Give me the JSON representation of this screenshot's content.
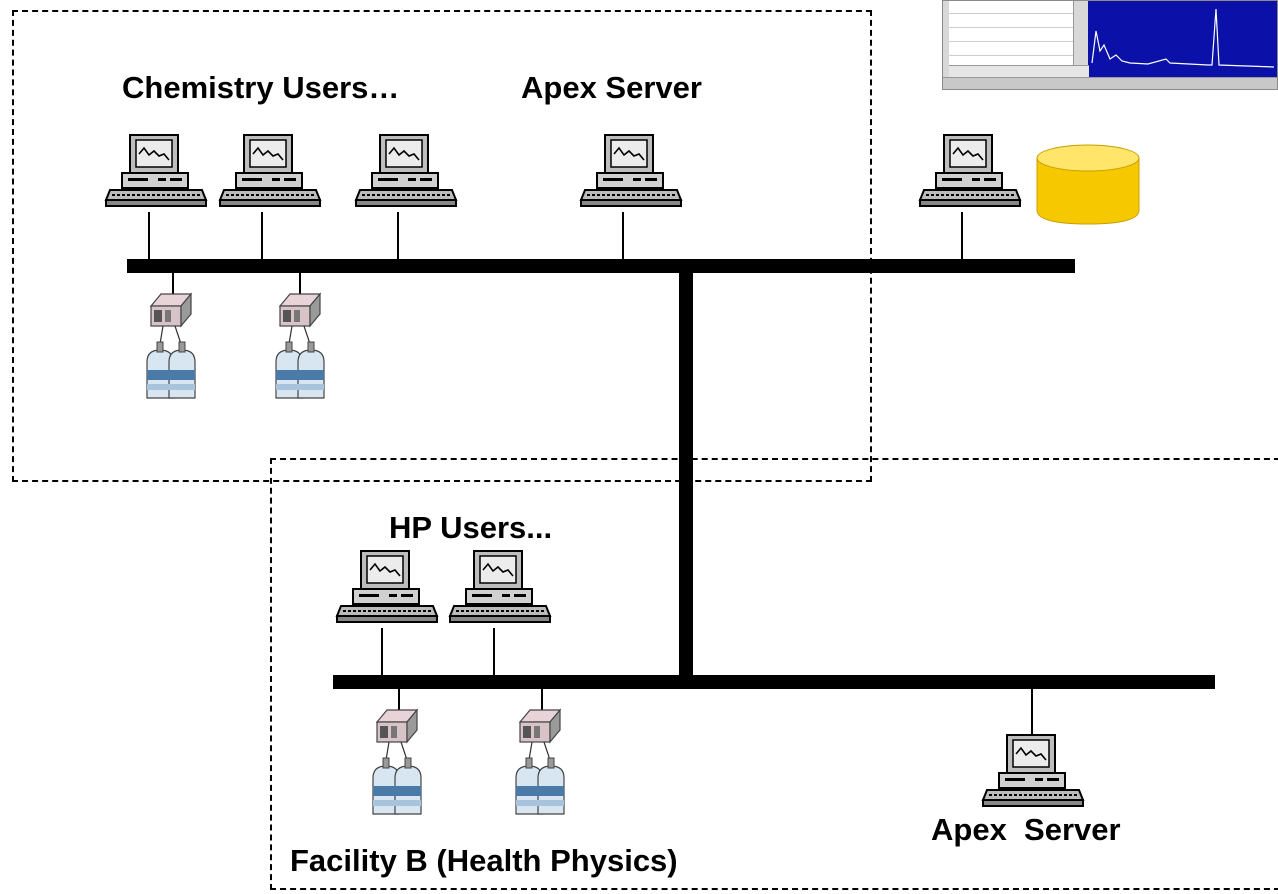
{
  "labels": {
    "chemistry_users": "Chemistry Users…",
    "apex_server_top": "Apex Server",
    "hp_users": "HP Users...",
    "apex_server_bottom": "Apex  Server",
    "facility_b": "Facility B (Health Physics)"
  },
  "icons": {
    "workstation": "computer-workstation-icon",
    "detector": "detector-instrument-icon",
    "database": "database-cylinder-icon",
    "spectrum_window": "spectrum-window-thumbnail"
  },
  "colors": {
    "line": "#000000",
    "database_fill": "#f5c800",
    "spectrum_bg": "#0a10a8",
    "monitor_screen": "#e8e8e8"
  }
}
